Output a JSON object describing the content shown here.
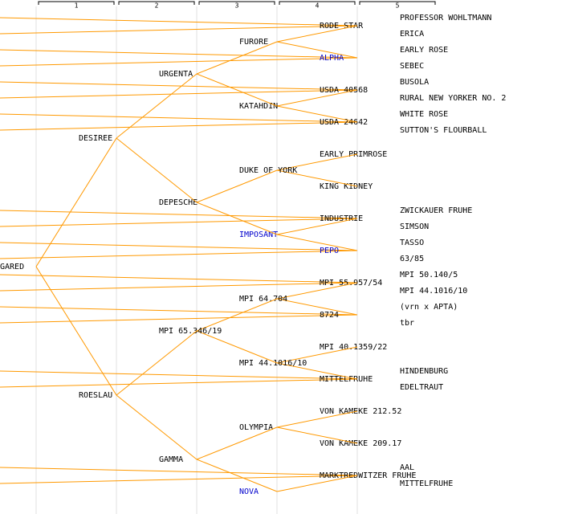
{
  "generations": [
    "1",
    "2",
    "3",
    "4",
    "5"
  ],
  "colors": {
    "line": "#ff9900",
    "normal": "#000000",
    "highlight": "#0000cc"
  },
  "pedigree": {
    "name": "GARED",
    "color": "normal",
    "parents": [
      {
        "name": "DESIREE",
        "color": "normal",
        "parents": [
          {
            "name": "URGENTA",
            "color": "normal",
            "parents": [
              {
                "name": "FURORE",
                "color": "normal",
                "parents": [
                  {
                    "name": "RODE STAR",
                    "color": "normal",
                    "parents": [
                      {
                        "name": "PROFESSOR WOHLTMANN",
                        "color": "normal"
                      },
                      {
                        "name": "ERICA",
                        "color": "normal"
                      }
                    ]
                  },
                  {
                    "name": "ALPHA",
                    "color": "highlight",
                    "parents": [
                      {
                        "name": "EARLY ROSE",
                        "color": "normal"
                      },
                      {
                        "name": "SEBEC",
                        "color": "normal"
                      }
                    ]
                  }
                ]
              },
              {
                "name": "KATAHDIN",
                "color": "normal",
                "parents": [
                  {
                    "name": "USDA 40568",
                    "color": "normal",
                    "parents": [
                      {
                        "name": "BUSOLA",
                        "color": "normal"
                      },
                      {
                        "name": "RURAL NEW YORKER NO. 2",
                        "color": "normal"
                      }
                    ]
                  },
                  {
                    "name": "USDA 24642",
                    "color": "normal",
                    "parents": [
                      {
                        "name": "WHITE ROSE",
                        "color": "normal"
                      },
                      {
                        "name": "SUTTON'S FLOURBALL",
                        "color": "normal"
                      }
                    ]
                  }
                ]
              }
            ]
          },
          {
            "name": "DEPESCHE",
            "color": "normal",
            "parents": [
              {
                "name": "DUKE OF YORK",
                "color": "normal",
                "parents": [
                  {
                    "name": "EARLY PRIMROSE",
                    "color": "normal"
                  },
                  {
                    "name": "KING KIDNEY",
                    "color": "normal"
                  }
                ]
              },
              {
                "name": "IMPOSANT",
                "color": "highlight",
                "parents": [
                  {
                    "name": "INDUSTRIE",
                    "color": "normal",
                    "parents": [
                      {
                        "name": "ZWICKAUER FRUHE",
                        "color": "normal"
                      },
                      {
                        "name": "SIMSON",
                        "color": "normal"
                      }
                    ]
                  },
                  {
                    "name": "PEPO",
                    "color": "highlight",
                    "parents": [
                      {
                        "name": "TASSO",
                        "color": "normal"
                      },
                      {
                        "name": "63/85",
                        "color": "normal"
                      }
                    ]
                  }
                ]
              }
            ]
          }
        ]
      },
      {
        "name": "ROESLAU",
        "color": "normal",
        "parents": [
          {
            "name": "MPI 65.346/19",
            "color": "normal",
            "parents": [
              {
                "name": "MPI 64.704",
                "color": "normal",
                "parents": [
                  {
                    "name": "MPI 55.957/54",
                    "color": "normal",
                    "parents": [
                      {
                        "name": "MPI 50.140/5",
                        "color": "normal"
                      },
                      {
                        "name": "MPI 44.1016/10",
                        "color": "normal"
                      }
                    ]
                  },
                  {
                    "name": "8724",
                    "color": "normal",
                    "parents": [
                      {
                        "name": "(vrn x APTA)",
                        "color": "normal"
                      },
                      {
                        "name": "tbr",
                        "color": "normal"
                      }
                    ]
                  }
                ]
              },
              {
                "name": "MPI 44.1016/10",
                "color": "normal",
                "parents": [
                  {
                    "name": "MPI 40.1359/22",
                    "color": "normal"
                  },
                  {
                    "name": "MITTELFRUHE",
                    "color": "normal",
                    "parents": [
                      {
                        "name": "HINDENBURG",
                        "color": "normal"
                      },
                      {
                        "name": "EDELTRAUT",
                        "color": "normal"
                      }
                    ]
                  }
                ]
              }
            ]
          },
          {
            "name": "GAMMA",
            "color": "normal",
            "parents": [
              {
                "name": "OLYMPIA",
                "color": "normal",
                "parents": [
                  {
                    "name": "VON KAMEKE 212.52",
                    "color": "normal"
                  },
                  {
                    "name": "VON KAMEKE 209.17",
                    "color": "normal"
                  }
                ]
              },
              {
                "name": "NOVA",
                "color": "highlight",
                "parents": [
                  {
                    "name": "MARKTREDWITZER FRUHE",
                    "color": "normal",
                    "parents": [
                      {
                        "name": "AAL",
                        "color": "normal"
                      },
                      {
                        "name": "MITTELFRUHE",
                        "color": "normal"
                      }
                    ]
                  }
                ]
              }
            ]
          }
        ]
      }
    ]
  }
}
